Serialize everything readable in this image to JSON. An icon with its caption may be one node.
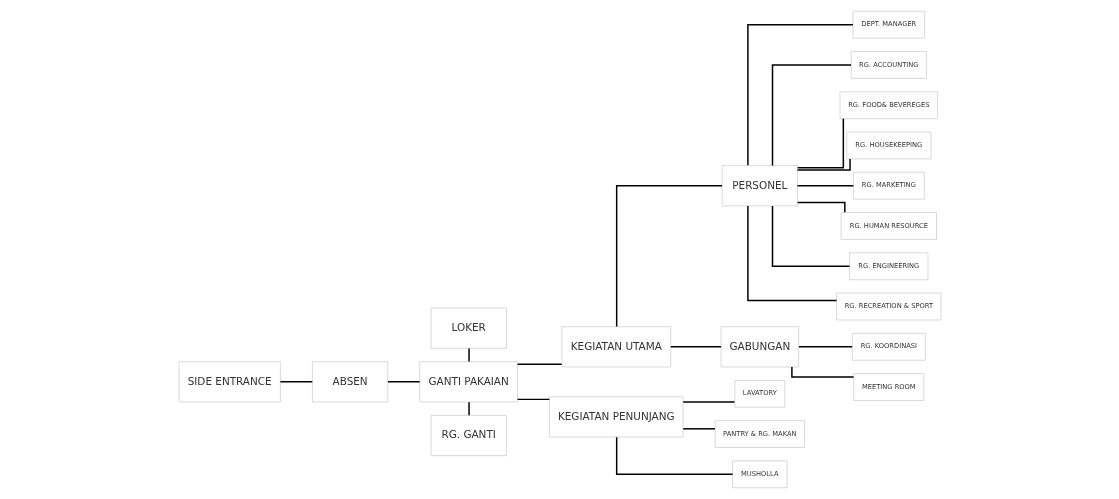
{
  "diagram": {
    "nodes": [
      {
        "text": [
          "SIDE ENTRANCE"
        ]
      },
      {
        "text": [
          "ABSEN"
        ]
      },
      {
        "text": [
          "LOKER"
        ]
      },
      {
        "text": [
          "GANTI PAKAIAN"
        ]
      },
      {
        "text": [
          "RG. GANTI"
        ]
      },
      {
        "text": [
          "KEGIATAN UTAMA"
        ]
      },
      {
        "text": [
          "KEGIATAN PENUNJANG"
        ]
      },
      {
        "text": [
          "PERSONEL"
        ]
      },
      {
        "text": [
          "GABUNGAN"
        ]
      },
      {
        "text": [
          "DEPT. MANAGER"
        ]
      },
      {
        "text": [
          "RG. ACCOUNTING"
        ]
      },
      {
        "text": [
          "RG. FOOD& BEVEREGES"
        ]
      },
      {
        "text": [
          "RG. HOUSEKEEPING"
        ]
      },
      {
        "text": [
          "RG. MARKETING"
        ]
      },
      {
        "text": [
          "RG. HUMAN RESOURCE"
        ]
      },
      {
        "text": [
          "RG. ENGINEERING"
        ]
      },
      {
        "text": [
          "RG. RECREATION & SPORT"
        ]
      },
      {
        "text": [
          "RG. KOORDINASI"
        ]
      },
      {
        "text": [
          "MEETING ROOM"
        ]
      },
      {
        "text": [
          "LAVATORY"
        ]
      },
      {
        "text": [
          "PANTRY & RG. MAKAN"
        ]
      },
      {
        "text": [
          "MUSHOLLA"
        ]
      }
    ],
    "edges": [
      {
        "from": 0,
        "to": 1,
        "arrow": "none"
      },
      {
        "from": 1,
        "to": 3,
        "arrow": "none"
      },
      {
        "from": 2,
        "to": 3,
        "arrow": "none"
      },
      {
        "from": 3,
        "to": 4,
        "arrow": "none"
      },
      {
        "from": 3,
        "to": 5,
        "arrow": "none"
      },
      {
        "from": 3,
        "to": 6,
        "arrow": "none"
      },
      {
        "from": 5,
        "to": 7,
        "arrow": "none"
      },
      {
        "from": 5,
        "to": 8,
        "arrow": "none"
      },
      {
        "from": 7,
        "to": 9,
        "arrow": "none"
      },
      {
        "from": 7,
        "to": 10,
        "arrow": "none"
      },
      {
        "from": 7,
        "to": 11,
        "arrow": "none"
      },
      {
        "from": 7,
        "to": 12,
        "arrow": "none"
      },
      {
        "from": 7,
        "to": 13,
        "arrow": "none"
      },
      {
        "from": 7,
        "to": 14,
        "arrow": "none"
      },
      {
        "from": 7,
        "to": 15,
        "arrow": "none"
      },
      {
        "from": 7,
        "to": 16,
        "arrow": "none"
      },
      {
        "from": 8,
        "to": 17,
        "arrow": "none"
      },
      {
        "from": 8,
        "to": 18,
        "arrow": "none"
      },
      {
        "from": 6,
        "to": 19,
        "arrow": "none"
      },
      {
        "from": 6,
        "to": 20,
        "arrow": "none"
      },
      {
        "from": 6,
        "to": 21,
        "arrow": "none"
      }
    ]
  }
}
